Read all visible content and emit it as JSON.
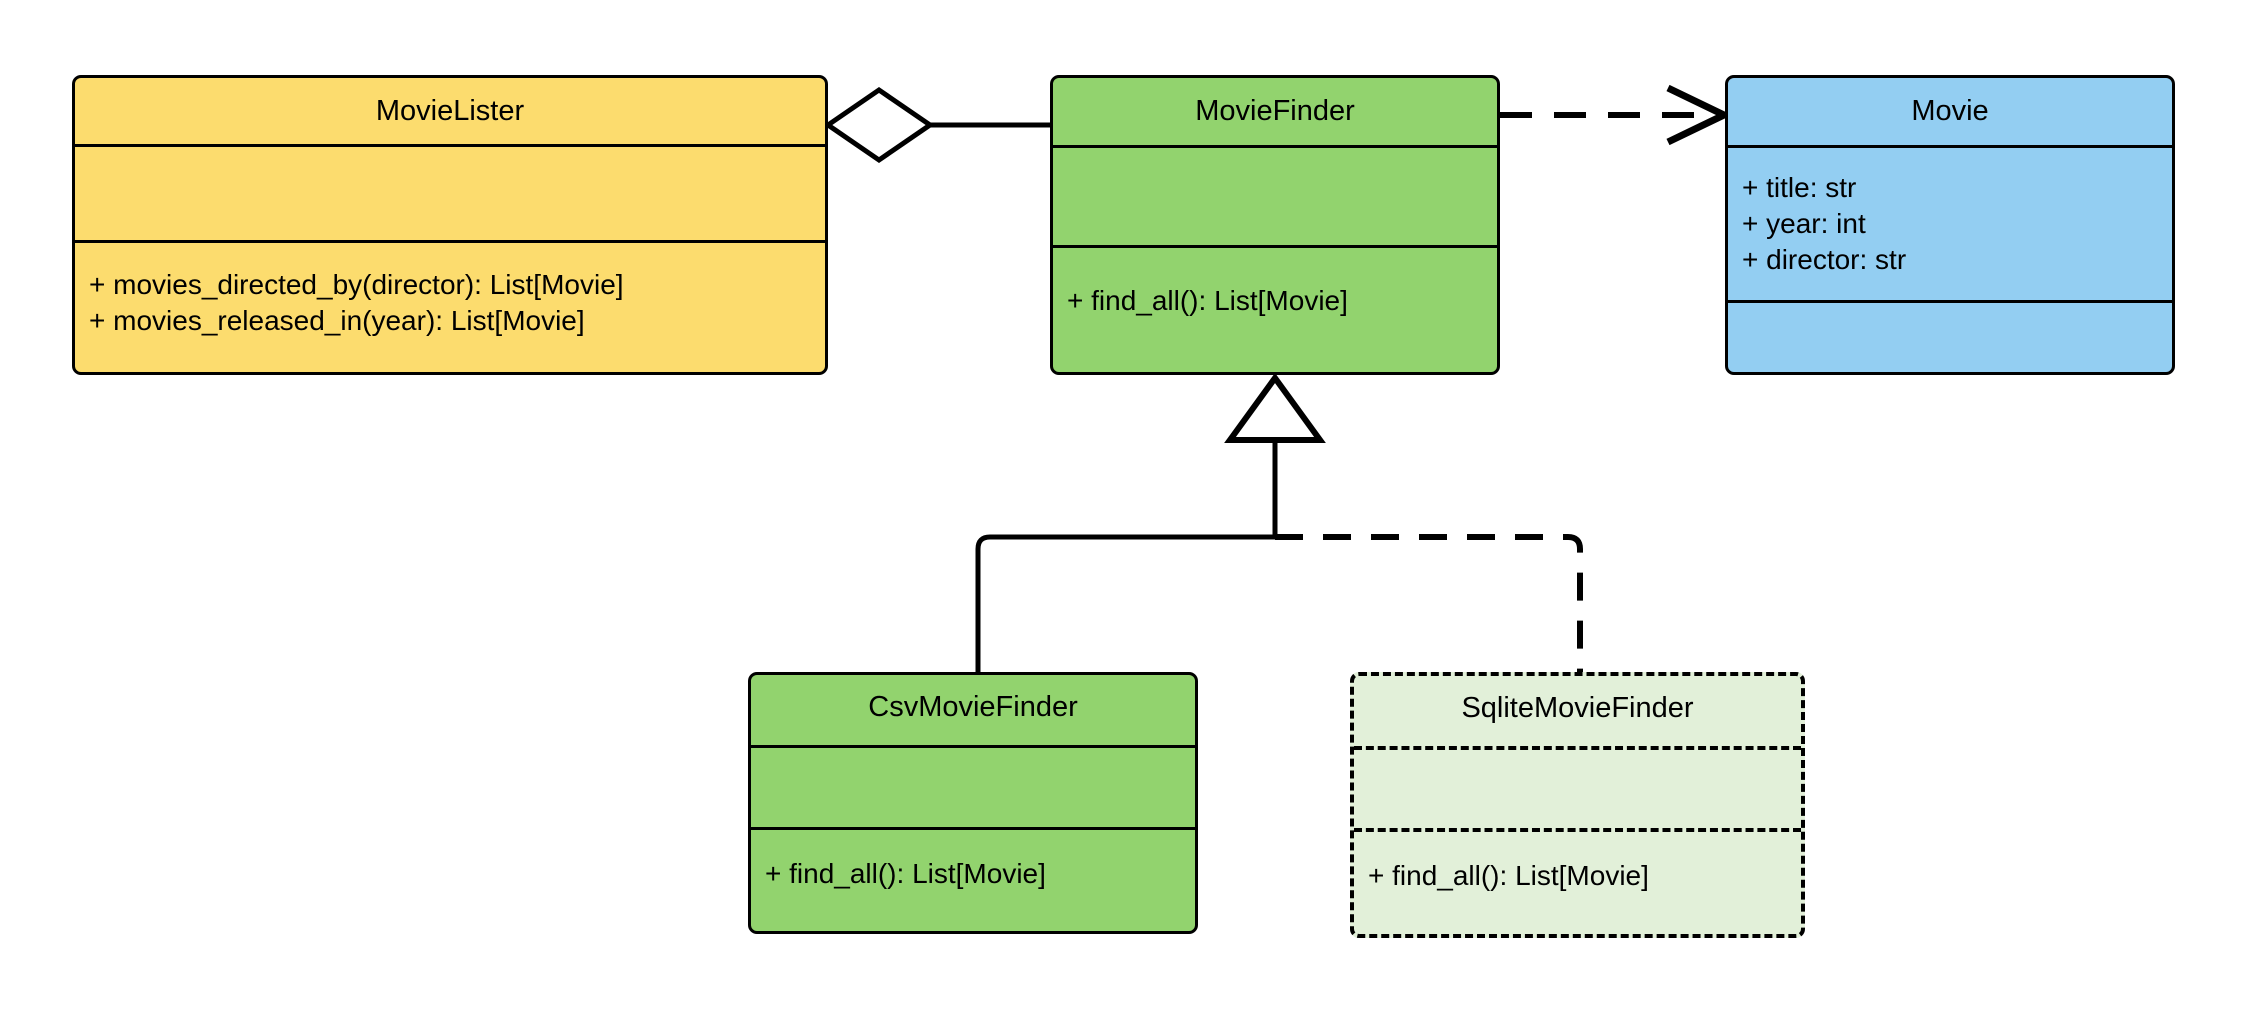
{
  "diagram": {
    "type": "uml-class-diagram",
    "background": "#ffffff",
    "classes": [
      {
        "id": "movielister",
        "name": "MovieLister",
        "fill": "#FCDC6E",
        "border": "solid",
        "attributes": [],
        "operations": [
          "+ movies_directed_by(director): List[Movie]",
          "+ movies_released_in(year): List[Movie]"
        ]
      },
      {
        "id": "moviefinder",
        "name": "MovieFinder",
        "fill": "#92D36E",
        "border": "solid",
        "attributes": [],
        "operations": [
          "+ find_all(): List[Movie]"
        ]
      },
      {
        "id": "movie",
        "name": "Movie",
        "fill": "#93CEF2",
        "border": "solid",
        "attributes": [
          "+ title: str",
          "+ year: int",
          "+ director: str"
        ],
        "operations": []
      },
      {
        "id": "csvmoviefinder",
        "name": "CsvMovieFinder",
        "fill": "#92D36E",
        "border": "solid",
        "attributes": [],
        "operations": [
          "+ find_all(): List[Movie]"
        ]
      },
      {
        "id": "sqlitemoviefinder",
        "name": "SqliteMovieFinder",
        "fill": "#E2F0D9",
        "border": "dashed",
        "attributes": [],
        "operations": [
          "+ find_all(): List[Movie]"
        ]
      }
    ],
    "relationships": [
      {
        "id": "aggregation-movielister-moviefinder",
        "kind": "aggregation",
        "from": "MovieLister",
        "to": "MovieFinder",
        "line": "solid",
        "decorator": "hollow-diamond"
      },
      {
        "id": "dependency-moviefinder-movie",
        "kind": "dependency",
        "from": "MovieFinder",
        "to": "Movie",
        "line": "dashed",
        "decorator": "open-arrow"
      },
      {
        "id": "generalization-csvmoviefinder-moviefinder",
        "kind": "generalization",
        "from": "CsvMovieFinder",
        "to": "MovieFinder",
        "line": "solid",
        "decorator": "hollow-triangle"
      },
      {
        "id": "generalization-sqlitemoviefinder-moviefinder",
        "kind": "generalization",
        "from": "SqliteMovieFinder",
        "to": "MovieFinder",
        "line": "dashed",
        "decorator": "hollow-triangle"
      }
    ]
  }
}
